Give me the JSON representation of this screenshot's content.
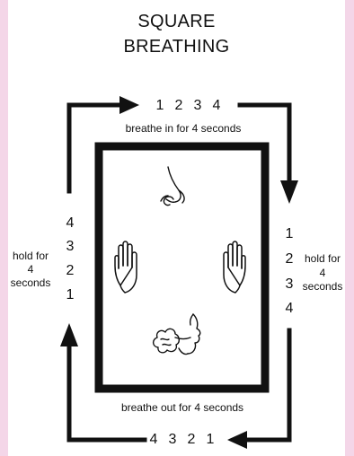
{
  "title": {
    "line1": "SQUARE",
    "line2": "BREATHING"
  },
  "top": {
    "counts": [
      "1",
      "2",
      "3",
      "4"
    ],
    "caption": "breathe in for 4 seconds"
  },
  "bottom": {
    "counts": [
      "4",
      "3",
      "2",
      "1"
    ],
    "caption": "breathe out for 4 seconds"
  },
  "left": {
    "counts": [
      "4",
      "3",
      "2",
      "1"
    ],
    "label_lines": [
      "hold for",
      "4",
      "seconds"
    ]
  },
  "right": {
    "counts": [
      "1",
      "2",
      "3",
      "4"
    ],
    "label_lines": [
      "hold for",
      "4",
      "seconds"
    ]
  },
  "icons": [
    "nose-icon",
    "left-hand-icon",
    "right-hand-icon",
    "exhale-breath-icon"
  ],
  "colors": {
    "background": "#f4d6e8",
    "panel": "#ffffff",
    "ink": "#111111"
  }
}
